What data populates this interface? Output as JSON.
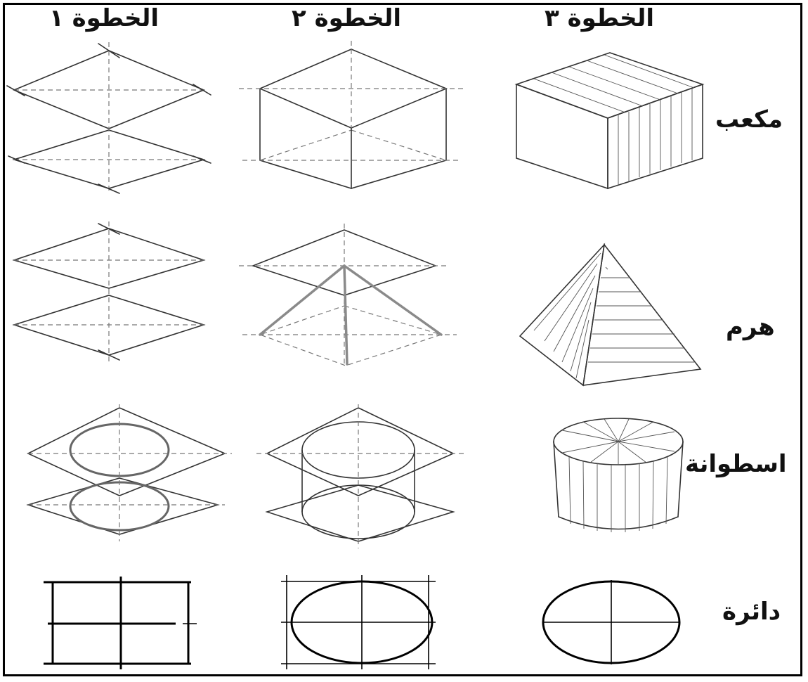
{
  "headers": {
    "step1": "الخطوة ١",
    "step2": "الخطوة ٢",
    "step3": "الخطوة ٣"
  },
  "rows": {
    "cube": "مكعب",
    "pyramid": "هرم",
    "cylinder": "اسطوانة",
    "circle": "دائرة"
  }
}
